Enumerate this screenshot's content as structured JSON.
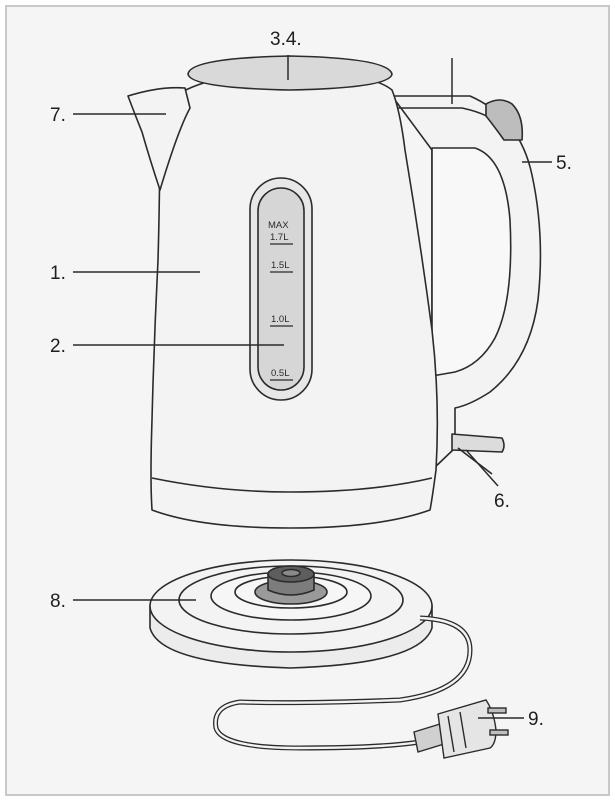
{
  "labels": {
    "l1": "1.",
    "l2": "2.",
    "l34": "3.4.",
    "l5": "5.",
    "l6": "6.",
    "l7": "7.",
    "l8": "8.",
    "l9": "9."
  },
  "gauge": {
    "max": "MAX",
    "m17": "1.7L",
    "m15": "1.5L",
    "m10": "1.0L",
    "m05": "0.5L"
  },
  "colors": {
    "frame": "#c8c8c8",
    "background": "#f5f5f5",
    "body_fill": "#f3f3f3",
    "stroke": "#2b2b2b",
    "lid_fill": "#d9d9d9",
    "window_fill": "#d6d6d6",
    "knob_fill": "#7c7c7c",
    "label_text": "#1e1e1e"
  }
}
